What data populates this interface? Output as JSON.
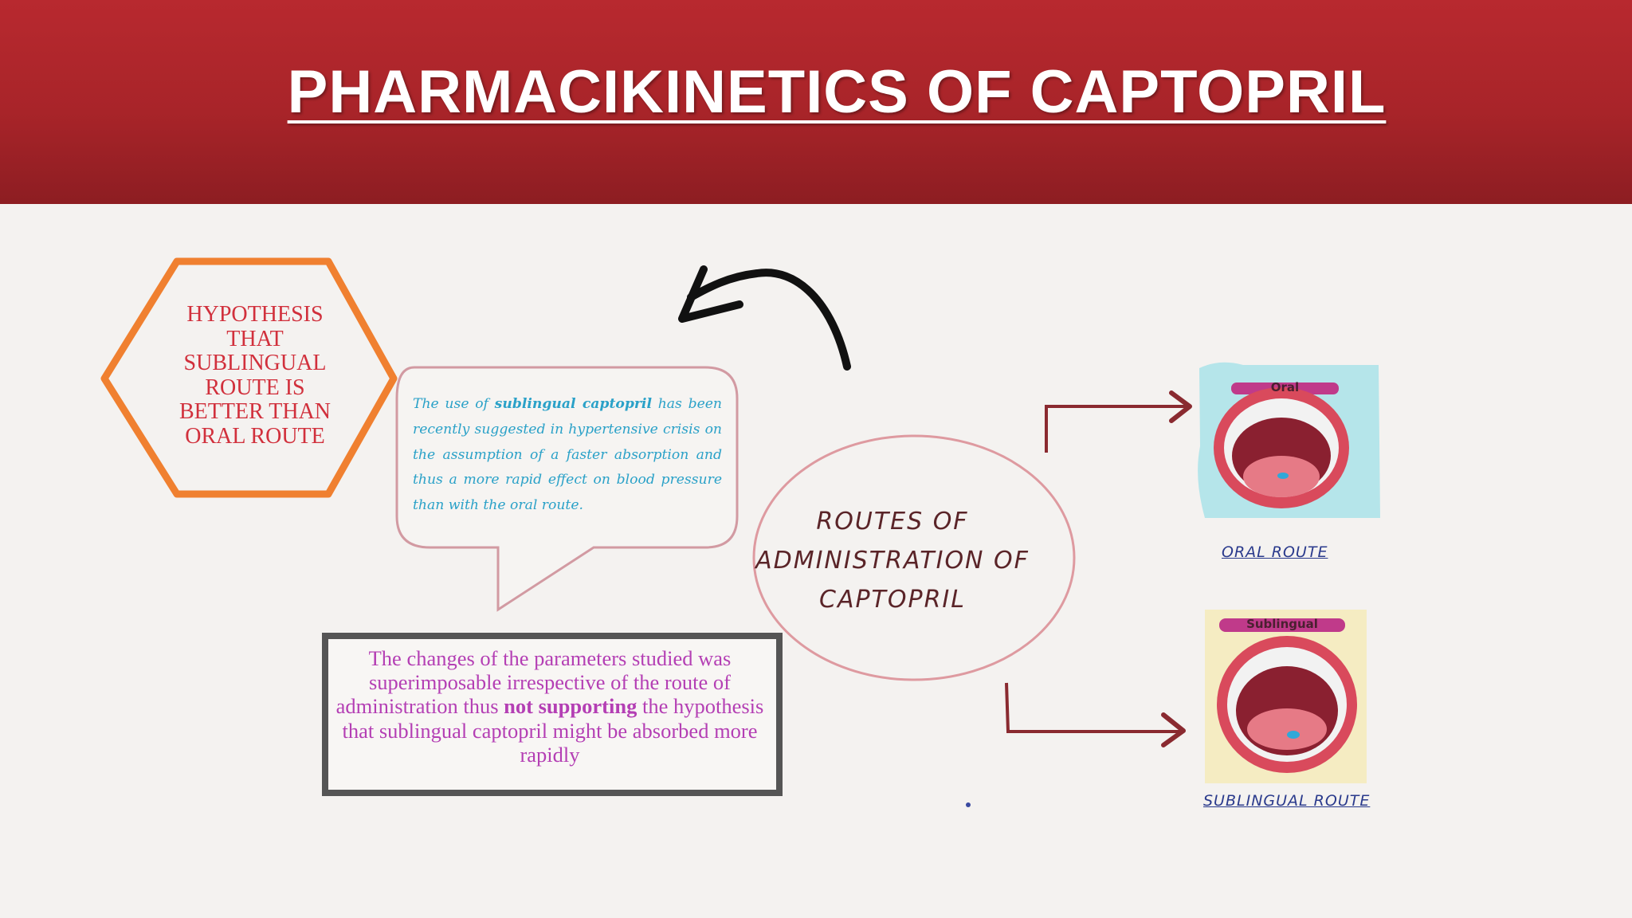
{
  "slide": {
    "title": "PHARMACIKINETICS OF CAPTOPRIL",
    "hypothesis": {
      "lines": [
        "HYPOTHESIS",
        "THAT",
        "SUBLINGUAL",
        "ROUTE IS",
        "BETTER THAN",
        "ORAL ROUTE"
      ]
    },
    "speech_bubble": {
      "part1": "The use of ",
      "bold": "sublingual captopril",
      "part2": " has been recently suggested in hypertensive crisis on the assumption of a faster absorption and thus a more rapid effect on blood pressure than with the oral route."
    },
    "conclusion_box": {
      "part1": "The changes of the parameters studied was superimposable irrespective of the route of administration thus ",
      "bold": "not supporting",
      "part2": " the hypothesis that sublingual captopril might be absorbed more rapidly"
    },
    "center_circle": {
      "lines": [
        "ROUTES OF",
        "ADMINISTRATION OF",
        "CAPTOPRIL"
      ]
    },
    "oral": {
      "pill_label": "Oral",
      "route_label": "ORAL ROUTE"
    },
    "sublingual": {
      "pill_label": "Sublingual",
      "route_label": "SUBLINGUAL ROUTE"
    },
    "colors": {
      "header": "#b8292f",
      "hexagon_border": "#f08030",
      "hypothesis_text": "#d1303c",
      "bubble_text": "#2aa1c8",
      "conclusion_text": "#b43fb4",
      "arrows": "#8a2a30"
    }
  }
}
